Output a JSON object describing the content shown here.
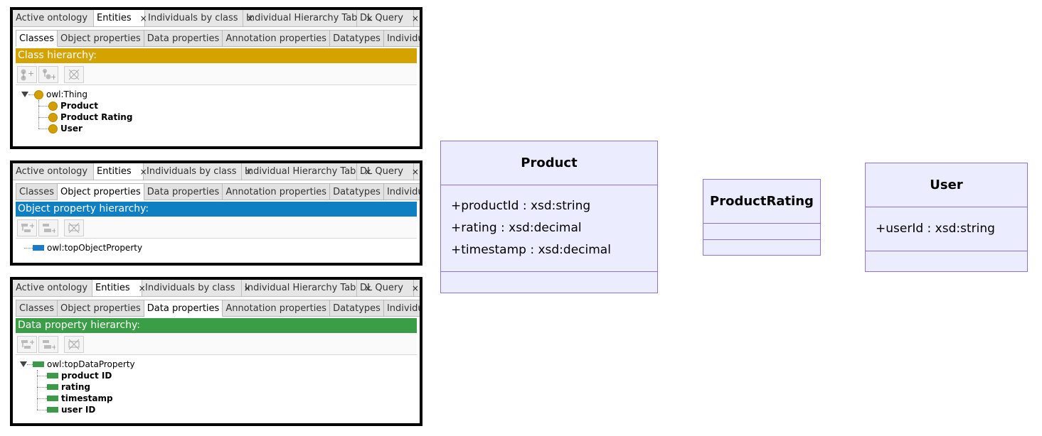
{
  "tabs": [
    {
      "label": "Active ontology",
      "close": "×"
    },
    {
      "label": "Entities",
      "close": "×"
    },
    {
      "label": "Individuals by class",
      "close": "×"
    },
    {
      "label": "Individual Hierarchy Tab",
      "close": "×"
    },
    {
      "label": "DL Query",
      "close": "×"
    }
  ],
  "subtabs": [
    "Classes",
    "Object properties",
    "Data properties",
    "Annotation properties",
    "Datatypes",
    "Individuals"
  ],
  "panels": [
    {
      "selected_subtab": "Classes",
      "header": "Class hierarchy:",
      "header_color": "#d4a300",
      "root": "owl:Thing",
      "children": [
        "Product",
        "Product Rating",
        "User"
      ]
    },
    {
      "selected_subtab": "Object properties",
      "header": "Object property hierarchy:",
      "header_color": "#0f7fc4",
      "root": "owl:topObjectProperty",
      "children": []
    },
    {
      "selected_subtab": "Data properties",
      "header": "Data property hierarchy:",
      "header_color": "#3a9e47",
      "root": "owl:topDataProperty",
      "children": [
        "product ID",
        "rating",
        "timestamp",
        "user ID"
      ]
    }
  ],
  "uml": {
    "product": {
      "name": "Product",
      "attrs": [
        "+productId : xsd:string",
        "+rating : xsd:decimal",
        "+timestamp : xsd:decimal"
      ]
    },
    "rating": {
      "name": "ProductRating",
      "attrs": []
    },
    "user": {
      "name": "User",
      "attrs": [
        "+userId : xsd:string"
      ]
    }
  },
  "icons": {
    "add_sub": "add-subclass-icon",
    "add_sib": "add-sibling-icon",
    "delete": "delete-icon",
    "class_node": "class-circle-icon",
    "object_prop_node": "object-property-icon",
    "data_prop_node": "data-property-icon"
  }
}
